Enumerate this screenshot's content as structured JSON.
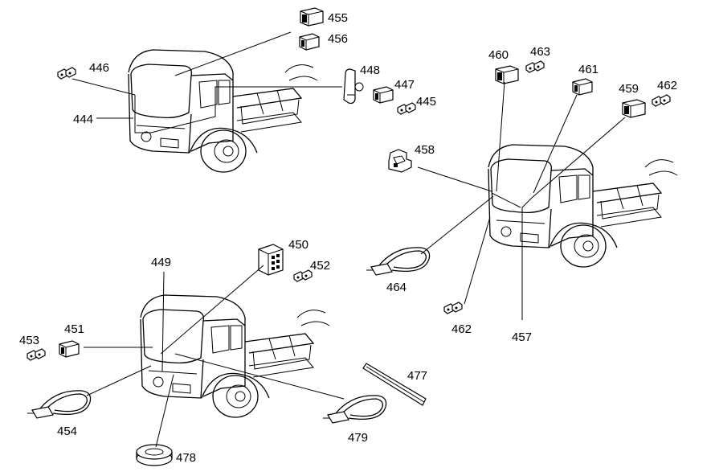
{
  "callouts": {
    "444": "444",
    "445": "445",
    "446": "446",
    "447": "447",
    "448": "448",
    "449": "449",
    "450": "450",
    "451": "451",
    "452": "452",
    "453": "453",
    "454": "454",
    "455": "455",
    "456": "456",
    "457": "457",
    "458": "458",
    "459": "459",
    "460": "460",
    "461": "461",
    "462a": "462",
    "462b": "462",
    "463": "463",
    "464": "464",
    "477": "477",
    "478": "478",
    "479": "479"
  },
  "icons": {
    "truck": "truck-cab-drawing",
    "relay": "relay-icon",
    "connector": "connector-icon",
    "terminal": "terminal-icon",
    "cable_tie": "cable-tie-icon",
    "grommet": "grommet-icon",
    "sleeve": "sleeve-icon"
  }
}
